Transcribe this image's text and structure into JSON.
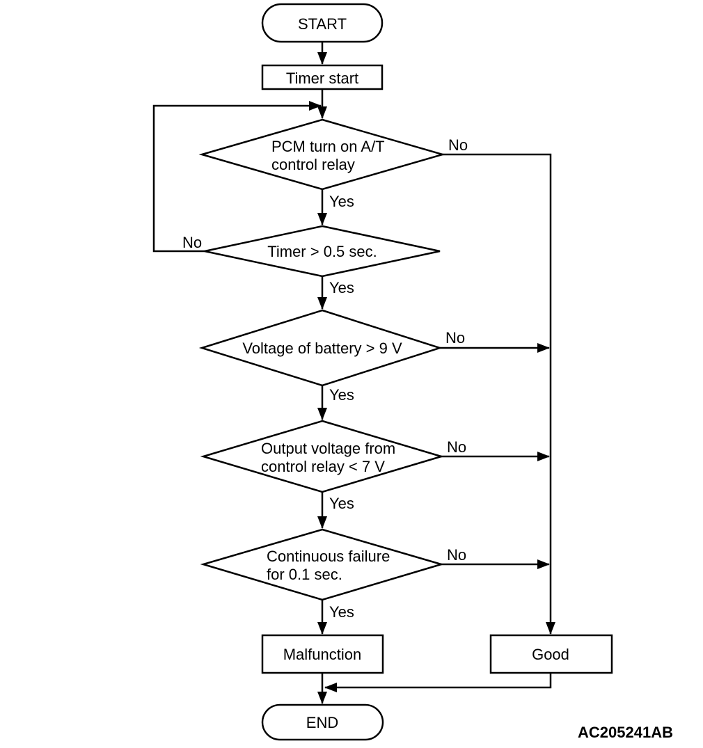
{
  "diagram": {
    "figure_code": "AC205241AB",
    "colors": {
      "line": "#000000",
      "background": "#ffffff",
      "text": "#000000"
    },
    "nodes": {
      "start": {
        "label": "START"
      },
      "timer_start": {
        "label": "Timer start"
      },
      "pcm_relay_decision": {
        "line1": "PCM turn on A/T",
        "line2": "control relay"
      },
      "timer_decision": {
        "label": "Timer > 0.5 sec."
      },
      "battery_decision": {
        "label": "Voltage of battery > 9 V"
      },
      "output_voltage_decision": {
        "line1": "Output voltage from",
        "line2": "control relay < 7 V"
      },
      "failure_decision": {
        "line1": "Continuous failure",
        "line2": "for 0.1 sec."
      },
      "malfunction": {
        "label": "Malfunction"
      },
      "good": {
        "label": "Good"
      },
      "end": {
        "label": "END"
      }
    },
    "edge_labels": {
      "yes": "Yes",
      "no": "No"
    }
  }
}
